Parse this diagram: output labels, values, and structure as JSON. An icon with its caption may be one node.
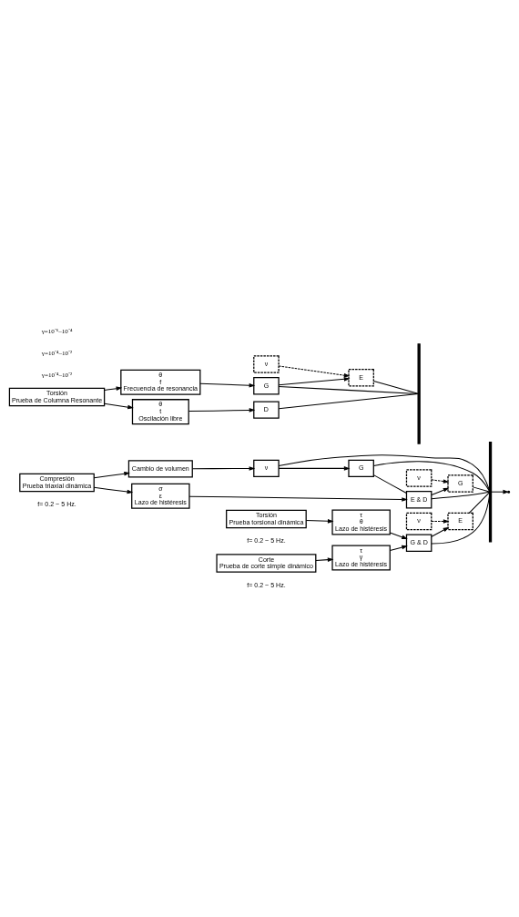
{
  "diagram": {
    "nodes": [
      {
        "text": [
          "Compresión",
          "Prueba triaxial dinámica"
        ],
        "beside": [
          "f= 0.2 ~ 5 Hz."
        ]
      },
      {
        "text": [
          "Cambio de volumen"
        ]
      },
      {
        "text": [
          "σ",
          "ε",
          "Lazo de histéresis"
        ]
      },
      {
        "text": [
          "ν"
        ]
      },
      {
        "text": [
          "G"
        ]
      },
      {
        "text": [
          "E & D"
        ]
      },
      {
        "text": [
          "ν"
        ]
      },
      {
        "text": [
          "G"
        ]
      },
      {
        "text": [
          "Corte",
          "Prueba de corte simple dinámico"
        ],
        "beside": [
          "f= 0.2 ~ 5 Hz."
        ]
      },
      {
        "text": [
          "τ",
          "γ",
          "Lazo de histéresis"
        ]
      },
      {
        "text": [
          "E"
        ]
      },
      {
        "text": [
          "ν"
        ]
      },
      {
        "text": [
          "G & D"
        ]
      },
      {
        "text": [
          "Torsión",
          "Prueba torsional dinámica"
        ],
        "beside": [
          "f= 0.2 ~ 5 Hz."
        ]
      },
      {
        "text": [
          "τ",
          "θ",
          "Lazo de histéresis"
        ]
      },
      {
        "text": [
          "E"
        ]
      },
      {
        "text": [
          "ν"
        ]
      },
      {
        "text": [
          "G"
        ]
      },
      {
        "text": [
          "Torsión",
          "Prueba de Columna Resonante"
        ]
      },
      {
        "text": [
          "θ",
          "f",
          "Frecuencia de resonancia"
        ]
      },
      {
        "text": [
          "θ",
          "t",
          "Oscilación libre"
        ]
      },
      {
        "text": [
          "D"
        ]
      },
      {
        "text": [],
        "shape": "bar"
      },
      {
        "text": [],
        "shape": "bar"
      }
    ],
    "edges": [
      {
        "from": 0,
        "to": 1,
        "arrow": "to"
      },
      {
        "from": 0,
        "to": 2,
        "arrow": "to"
      },
      {
        "from": 1,
        "to": 3,
        "arrow": "to"
      },
      {
        "from": 3,
        "to": 4,
        "arrow": "to"
      },
      {
        "from": 4,
        "to": 5,
        "arrow": "none"
      },
      {
        "from": 2,
        "to": 5,
        "arrow": "to"
      },
      {
        "from": 5,
        "to": 7,
        "arrow": "to"
      },
      {
        "from": 6,
        "to": 7,
        "arrow": "to",
        "style": "dashed"
      },
      {
        "from": 8,
        "to": 9,
        "arrow": "to"
      },
      {
        "from": 13,
        "to": 14,
        "arrow": "to"
      },
      {
        "from": 9,
        "to": 12,
        "arrow": "to"
      },
      {
        "from": 14,
        "to": 12,
        "arrow": "to"
      },
      {
        "from": 12,
        "to": 10,
        "arrow": "to"
      },
      {
        "from": 11,
        "to": 10,
        "arrow": "to",
        "style": "dashed"
      },
      {
        "from": 3,
        "to": 22,
        "arrow": "none"
      },
      {
        "from": 4,
        "to": 22,
        "arrow": "none"
      },
      {
        "from": 5,
        "to": 22,
        "arrow": "none"
      },
      {
        "from": 7,
        "to": 22,
        "arrow": "none"
      },
      {
        "from": 10,
        "to": 22,
        "arrow": "none"
      },
      {
        "from": 12,
        "to": 22,
        "arrow": "none"
      },
      {
        "from": 22,
        "to": null,
        "arrow": "to"
      },
      {
        "from": 18,
        "to": 19,
        "arrow": "to"
      },
      {
        "from": 18,
        "to": 20,
        "arrow": "to"
      },
      {
        "from": 19,
        "to": 17,
        "arrow": "to"
      },
      {
        "from": 20,
        "to": 21,
        "arrow": "to"
      },
      {
        "from": 17,
        "to": 15,
        "arrow": "to"
      },
      {
        "from": 16,
        "to": 15,
        "arrow": "to",
        "style": "dashed"
      },
      {
        "from": 15,
        "to": 23,
        "arrow": "none"
      },
      {
        "from": 17,
        "to": 23,
        "arrow": "none"
      },
      {
        "from": 21,
        "to": 23,
        "arrow": "none"
      }
    ],
    "labels": [
      "γ=10⁻⁴–10⁻²",
      "γ=10⁻⁴–10⁻²",
      "γ=10⁻⁶–10⁻⁴"
    ]
  }
}
